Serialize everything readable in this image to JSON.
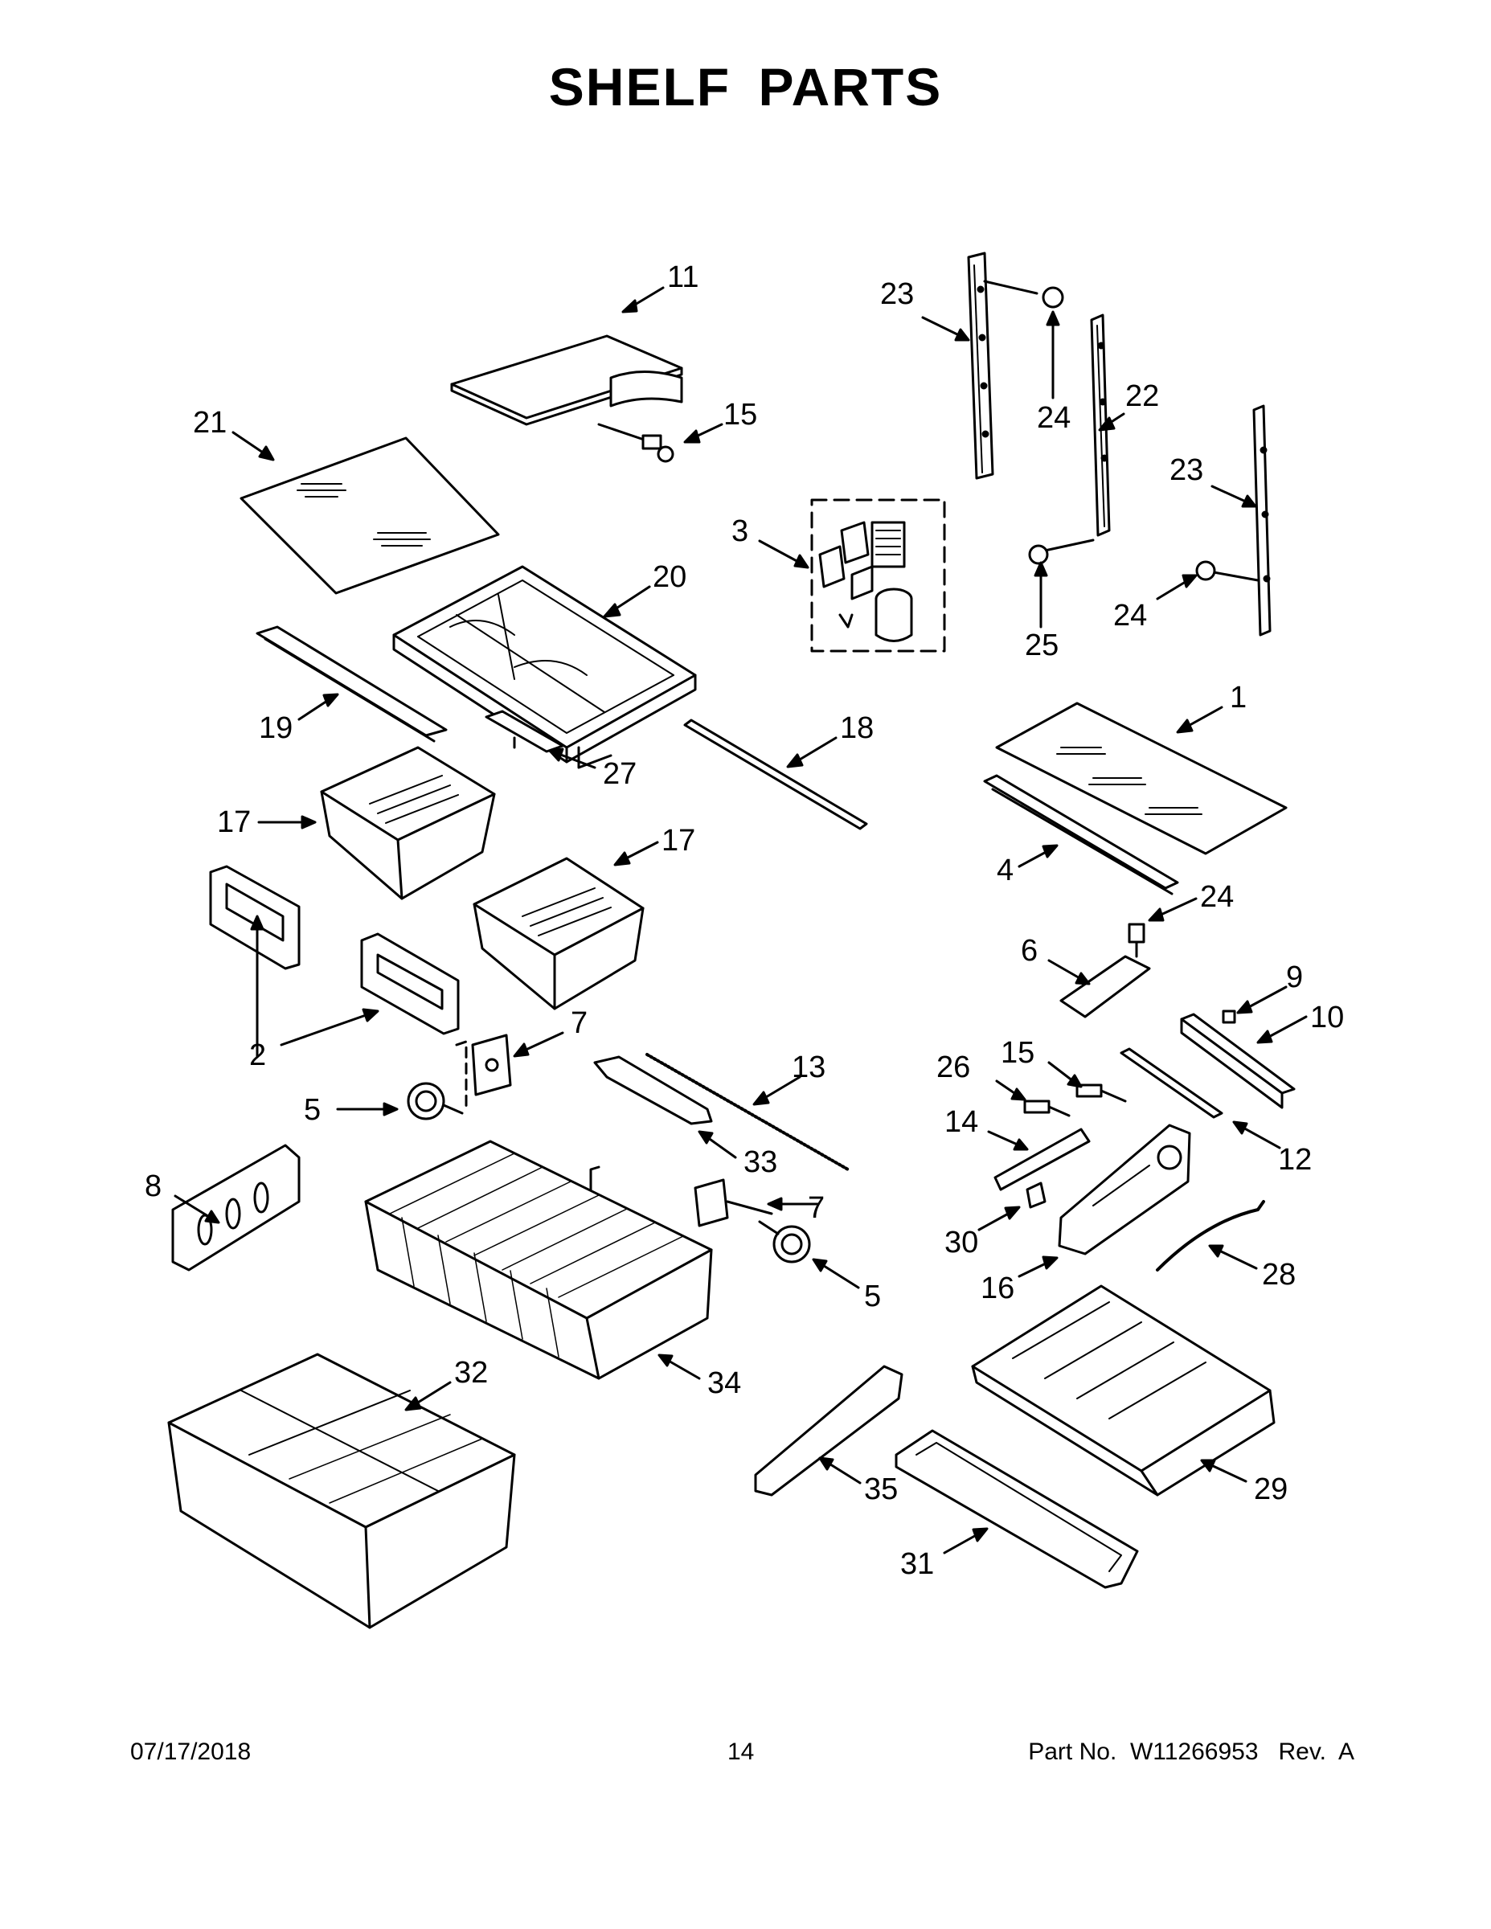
{
  "title": "SHELF PARTS",
  "callouts": {
    "c1": "1",
    "c2": "2",
    "c3": "3",
    "c4": "4",
    "c5a": "5",
    "c5b": "5",
    "c6": "6",
    "c7a": "7",
    "c7b": "7",
    "c8": "8",
    "c9": "9",
    "c10": "10",
    "c11": "11",
    "c12": "12",
    "c13": "13",
    "c14": "14",
    "c15a": "15",
    "c15b": "15",
    "c16": "16",
    "c17a": "17",
    "c17b": "17",
    "c18": "18",
    "c19": "19",
    "c20": "20",
    "c21": "21",
    "c22": "22",
    "c23a": "23",
    "c23b": "23",
    "c24a": "24",
    "c24b": "24",
    "c24c": "24",
    "c25": "25",
    "c26": "26",
    "c27": "27",
    "c28": "28",
    "c29": "29",
    "c30": "30",
    "c31": "31",
    "c32": "32",
    "c33": "33",
    "c34": "34",
    "c35": "35"
  },
  "footer": {
    "date": "07/17/2018",
    "page": "14",
    "part": "Part No.  W11266953   Rev.  A"
  }
}
